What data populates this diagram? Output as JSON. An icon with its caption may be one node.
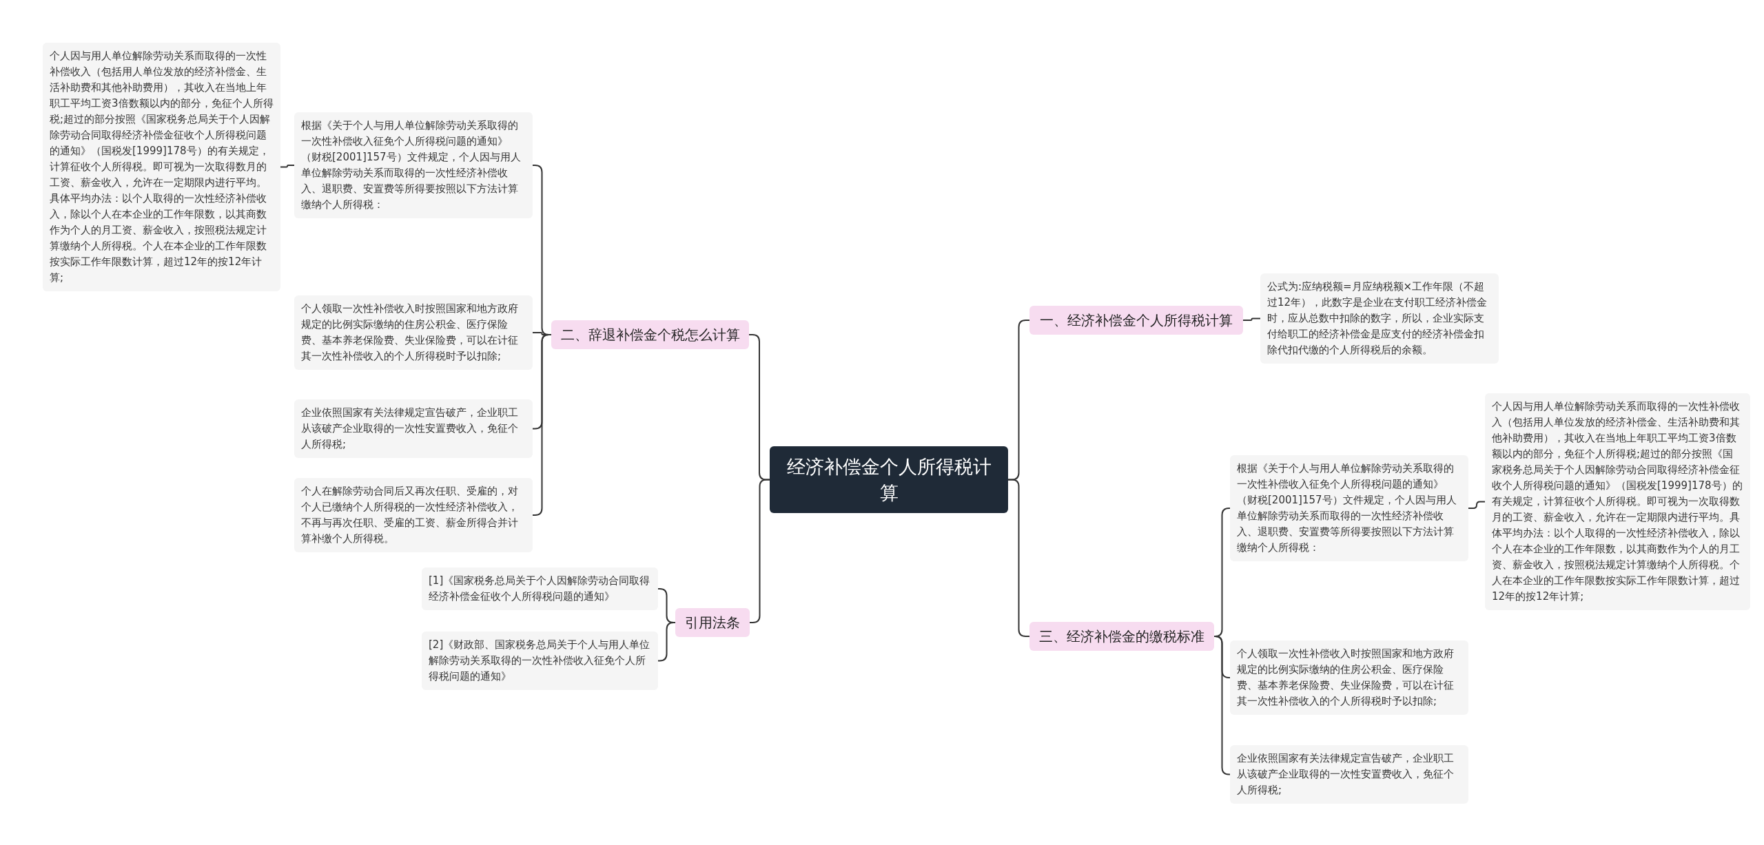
{
  "diagram": {
    "nodes": [
      {
        "text": [
          "经济补偿金个人所得税计算"
        ]
      },
      {
        "text": [
          "一、经济补偿金个人所得税计算"
        ]
      },
      {
        "text": [
          "公式为:应纳税额=月应纳税额×工作年限（不超过12年），此数字是企业在支付职工经济补偿金时，应从总数中扣除的数字，所以，企业实际支付给职工的经济补偿金是应支付的经济补偿金扣除代扣代缴的个人所得税后的余额。"
        ]
      },
      {
        "text": [
          "三、经济补偿金的缴税标准"
        ]
      },
      {
        "text": [
          "根据《关于个人与用人单位解除劳动关系取得的一次性补偿收入征免个人所得税问题的通知》（财税[2001]157号）文件规定，个人因与用人单位解除劳动关系而取得的一次性经济补偿收入、退职费、安置费等所得要按照以下方法计算缴纳个人所得税："
        ]
      },
      {
        "text": [
          "个人因与用人单位解除劳动关系而取得的一次性补偿收入（包括用人单位发放的经济补偿金、生活补助费和其他补助费用），其收入在当地上年职工平均工资3倍数额以内的部分，免征个人所得税;超过的部分按照《国家税务总局关于个人因解除劳动合同取得经济补偿金征收个人所得税问题的通知》（国税发[1999]178号）的有关规定，计算征收个人所得税。即可视为一次取得数月的工资、薪金收入，允许在一定期限内进行平均。具体平均办法：以个人取得的一次性经济补偿收入，除以个人在本企业的工作年限数，以其商数作为个人的月工资、薪金收入，按照税法规定计算缴纳个人所得税。个人在本企业的工作年限数按实际工作年限数计算，超过12年的按12年计算;"
        ]
      },
      {
        "text": [
          "个人领取一次性补偿收入时按照国家和地方政府规定的比例实际缴纳的住房公积金、医疗保险费、基本养老保险费、失业保险费，可以在计征其一次性补偿收入的个人所得税时予以扣除;"
        ]
      },
      {
        "text": [
          "企业依照国家有关法律规定宣告破产，企业职工从该破产企业取得的一次性安置费收入，免征个人所得税;"
        ]
      },
      {
        "text": [
          "二、辞退补偿金个税怎么计算"
        ]
      },
      {
        "text": [
          "根据《关于个人与用人单位解除劳动关系取得的一次性补偿收入征免个人所得税问题的通知》（财税[2001]157号）文件规定，个人因与用人单位解除劳动关系而取得的一次性经济补偿收入、退职费、安置费等所得要按照以下方法计算缴纳个人所得税："
        ]
      },
      {
        "text": [
          "个人因与用人单位解除劳动关系而取得的一次性补偿收入（包括用人单位发放的经济补偿金、生活补助费和其他补助费用），其收入在当地上年职工平均工资3倍数额以内的部分，免征个人所得税;超过的部分按照《国家税务总局关于个人因解除劳动合同取得经济补偿金征收个人所得税问题的通知》（国税发[1999]178号）的有关规定，计算征收个人所得税。即可视为一次取得数月的工资、薪金收入，允许在一定期限内进行平均。具体平均办法：以个人取得的一次性经济补偿收入，除以个人在本企业的工作年限数，以其商数作为个人的月工资、薪金收入，按照税法规定计算缴纳个人所得税。个人在本企业的工作年限数按实际工作年限数计算，超过12年的按12年计算;"
        ]
      },
      {
        "text": [
          "个人领取一次性补偿收入时按照国家和地方政府规定的比例实际缴纳的住房公积金、医疗保险费、基本养老保险费、失业保险费，可以在计征其一次性补偿收入的个人所得税时予以扣除;"
        ]
      },
      {
        "text": [
          "企业依照国家有关法律规定宣告破产，企业职工从该破产企业取得的一次性安置费收入，免征个人所得税;"
        ]
      },
      {
        "text": [
          "个人在解除劳动合同后又再次任职、受雇的，对个人已缴纳个人所得税的一次性经济补偿收入，不再与再次任职、受雇的工资、薪金所得合并计算补缴个人所得税。"
        ]
      },
      {
        "text": [
          "引用法条"
        ]
      },
      {
        "text": [
          "[1]《国家税务总局关于个人因解除劳动合同取得经济补偿金征收个人所得税问题的通知》"
        ]
      },
      {
        "text": [
          "[2]《财政部、国家税务总局关于个人与用人单位解除劳动关系取得的一次性补偿收入征免个人所得税问题的通知》"
        ]
      }
    ],
    "edges": [
      {
        "from": 0,
        "to": 1,
        "arrow": "none"
      },
      {
        "from": 1,
        "to": 2,
        "arrow": "none"
      },
      {
        "from": 0,
        "to": 3,
        "arrow": "none"
      },
      {
        "from": 3,
        "to": 4,
        "arrow": "none"
      },
      {
        "from": 4,
        "to": 5,
        "arrow": "none"
      },
      {
        "from": 3,
        "to": 6,
        "arrow": "none"
      },
      {
        "from": 3,
        "to": 7,
        "arrow": "none"
      },
      {
        "from": 0,
        "to": 8,
        "arrow": "none"
      },
      {
        "from": 8,
        "to": 9,
        "arrow": "none"
      },
      {
        "from": 9,
        "to": 10,
        "arrow": "none"
      },
      {
        "from": 8,
        "to": 11,
        "arrow": "none"
      },
      {
        "from": 8,
        "to": 12,
        "arrow": "none"
      },
      {
        "from": 8,
        "to": 13,
        "arrow": "none"
      },
      {
        "from": 0,
        "to": 14,
        "arrow": "none"
      },
      {
        "from": 14,
        "to": 15,
        "arrow": "none"
      },
      {
        "from": 14,
        "to": 16,
        "arrow": "none"
      }
    ]
  }
}
